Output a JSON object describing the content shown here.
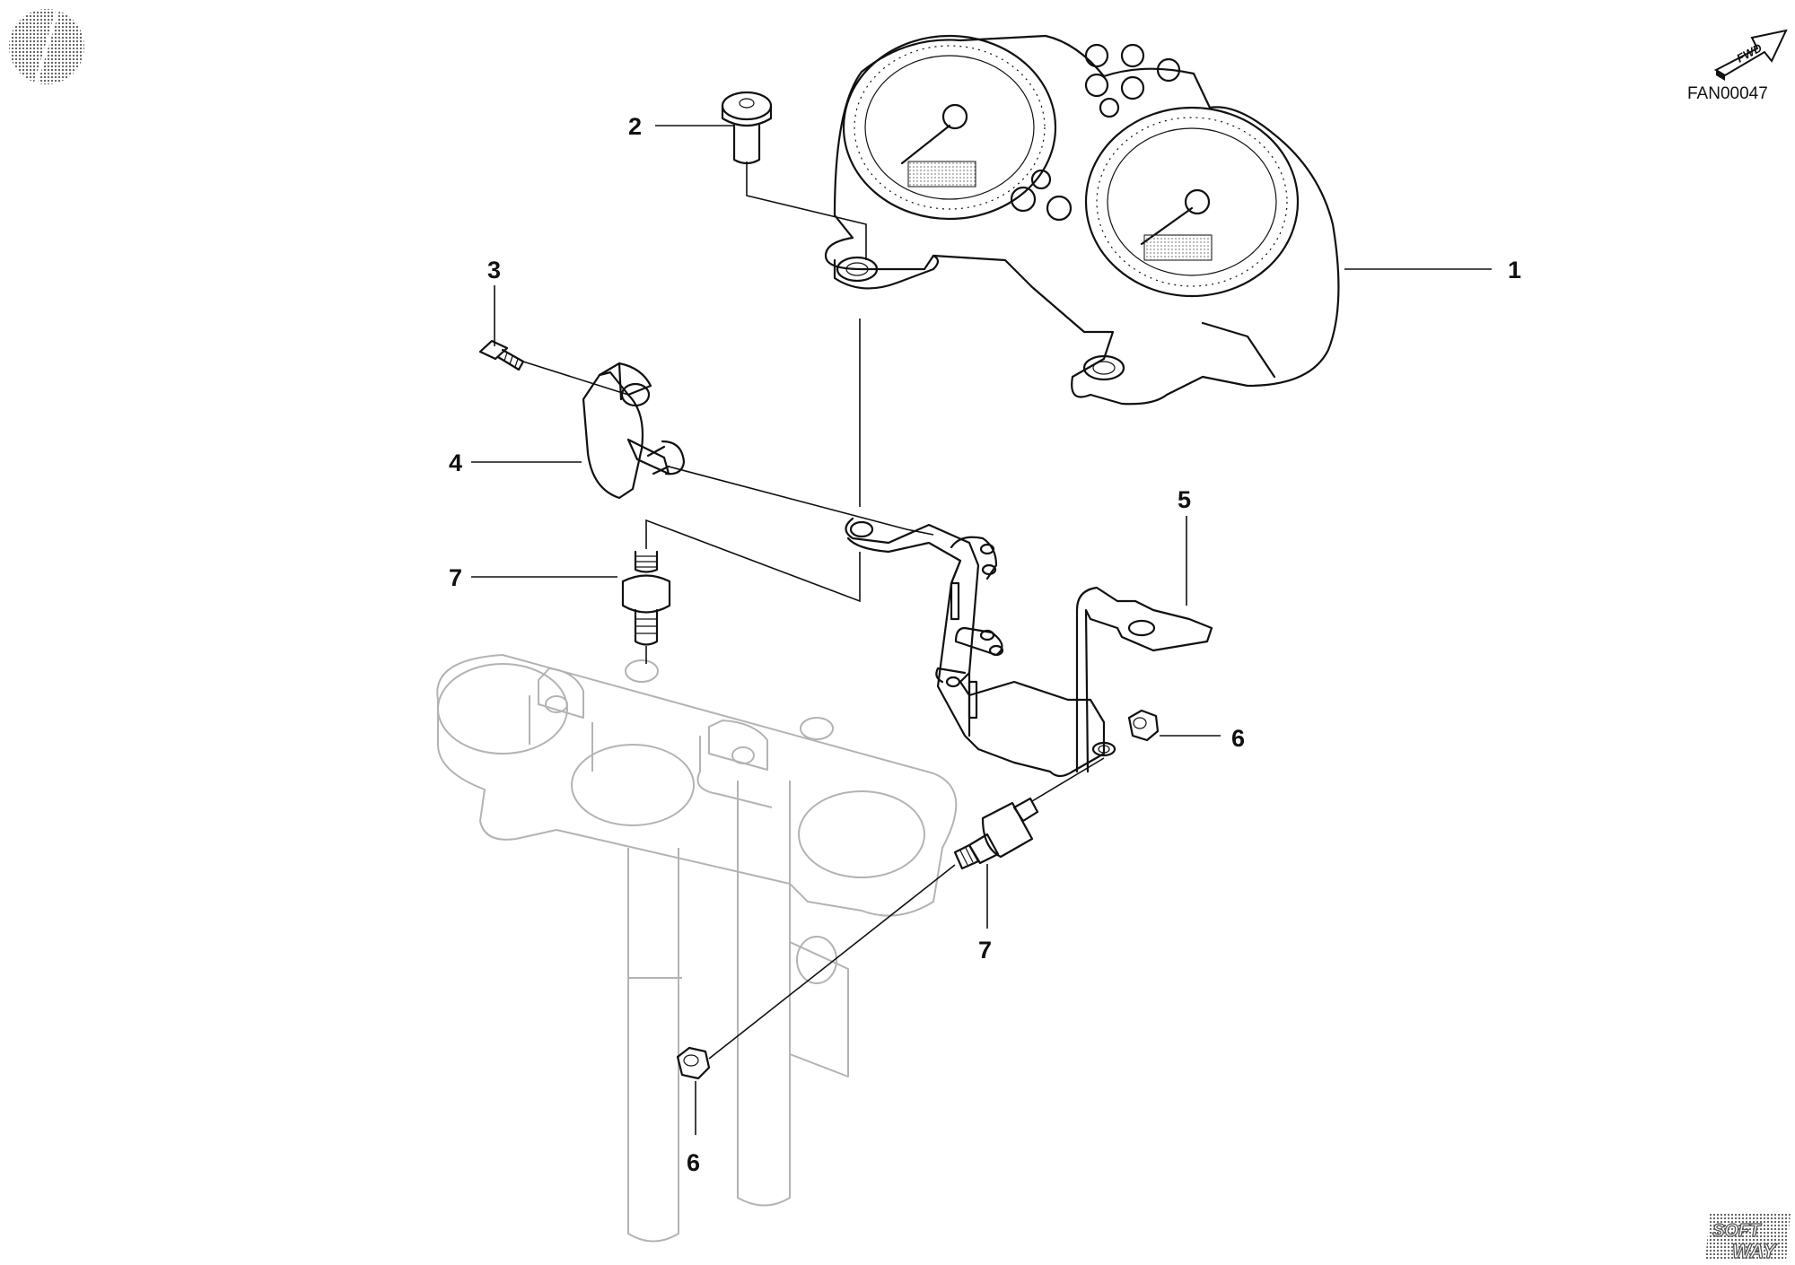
{
  "diagram": {
    "figure_code": "FAN00047",
    "fwd_label": "FWD",
    "logo_text_top": "SOFT",
    "logo_text_bottom": "WAY",
    "callouts": [
      {
        "id": "c1",
        "label": "1"
      },
      {
        "id": "c2",
        "label": "2"
      },
      {
        "id": "c3",
        "label": "3"
      },
      {
        "id": "c4",
        "label": "4"
      },
      {
        "id": "c5",
        "label": "5"
      },
      {
        "id": "c6a",
        "label": "6"
      },
      {
        "id": "c6b",
        "label": "6"
      },
      {
        "id": "c7a",
        "label": "7"
      },
      {
        "id": "c7b",
        "label": "7"
      }
    ]
  }
}
